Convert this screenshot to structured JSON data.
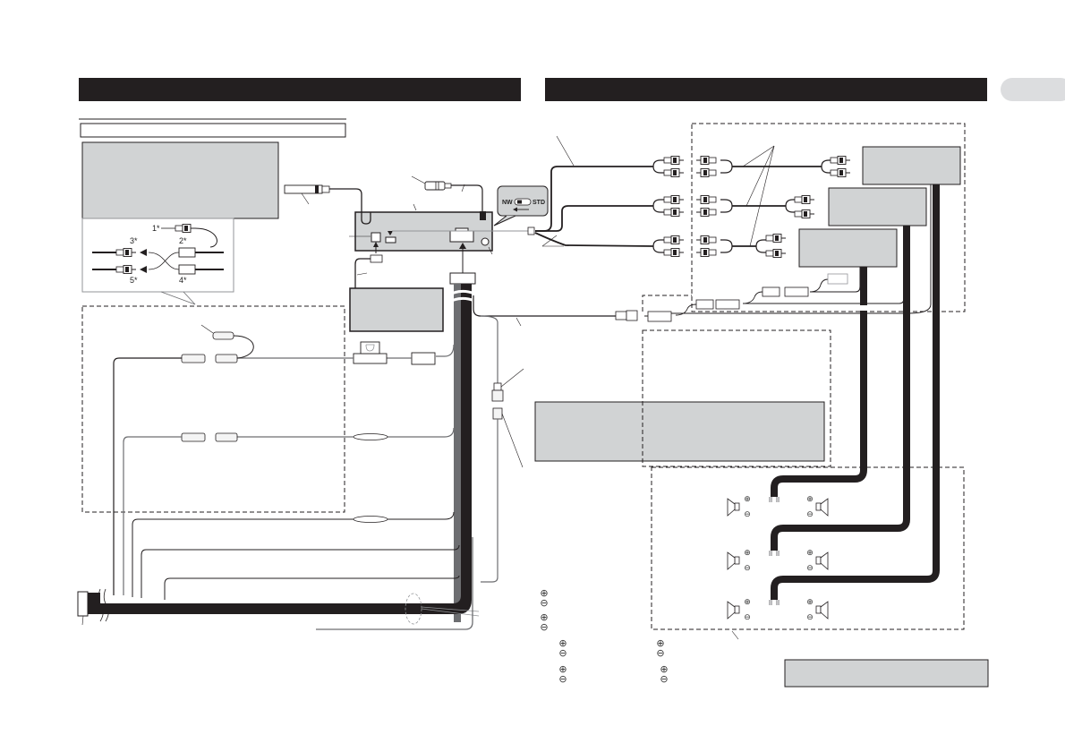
{
  "page": {
    "section_left_title": "",
    "section_right_title": "",
    "page_tab": "",
    "subsection_heading": ""
  },
  "diagram": {
    "type": "car-stereo-wiring-diagram",
    "inset_labels": [
      "1*",
      "2*",
      "3*",
      "4*",
      "5*"
    ],
    "switch": {
      "left_label": "NW",
      "right_label": "STD"
    },
    "speaker_polarity": {
      "plus": "⊕",
      "minus": "⊖"
    },
    "polarity_legend": [
      {
        "plus": "⊕",
        "minus": "⊖"
      },
      {
        "plus": "⊕",
        "minus": "⊖"
      },
      {
        "plus": "⊕",
        "minus": "⊖"
      },
      {
        "plus": "⊕",
        "minus": "⊖"
      },
      {
        "plus": "⊕",
        "minus": "⊖"
      },
      {
        "plus": "⊕",
        "minus": "⊖"
      }
    ],
    "callout_boxes": {
      "top_left_note": "",
      "power_amp_box": "",
      "amp_front": "",
      "amp_rear": "",
      "amp_sub": "",
      "middle_note": "",
      "bottom_right_note": ""
    },
    "colors": {
      "header_bar": "#231f20",
      "callout_fill": "#d1d3d4",
      "wire_black": "#231f20",
      "wire_gray": "#6d6e71",
      "page_tab": "#dcdddf"
    }
  }
}
